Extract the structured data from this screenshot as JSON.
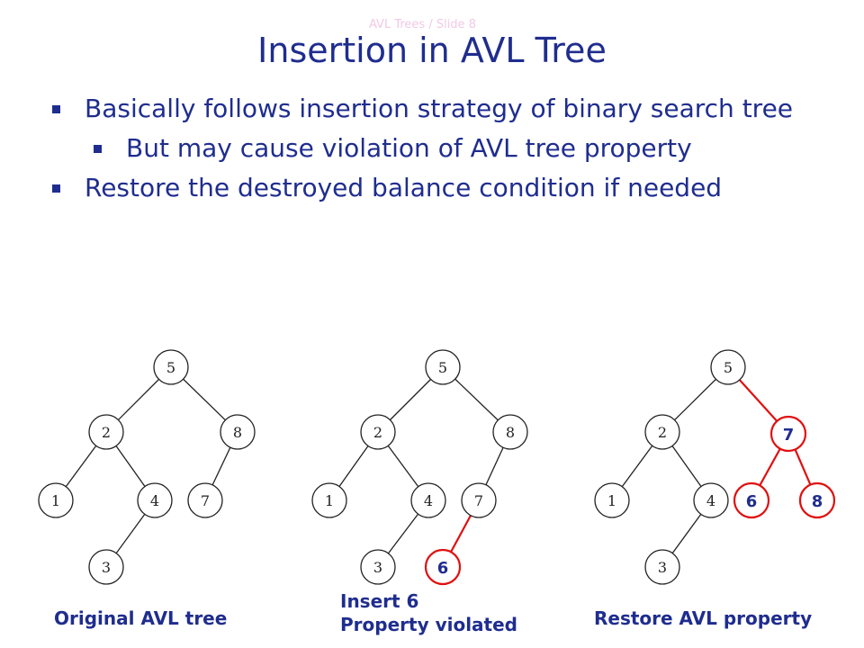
{
  "slide_label": "AVL Trees / Slide 8",
  "title": "Insertion in AVL Tree",
  "bullets": [
    "Basically follows insertion strategy of binary search tree",
    "But may cause violation of AVL tree property",
    "Restore the destroyed balance condition if needed"
  ],
  "captions": {
    "original": "Original AVL tree",
    "insert_line1": "Insert 6",
    "insert_line2": "Property violated",
    "restore": "Restore AVL property"
  },
  "colors": {
    "text": "#1f2d8f",
    "highlight": "#e01010",
    "node_stroke": "#222222"
  },
  "trees": {
    "original": {
      "nodes": [
        "5",
        "2",
        "8",
        "1",
        "4",
        "7",
        "3"
      ]
    },
    "inserted": {
      "nodes": [
        "5",
        "2",
        "8",
        "1",
        "4",
        "7",
        "3",
        "6"
      ],
      "new_node": "6"
    },
    "restored": {
      "nodes": [
        "5",
        "2",
        "7",
        "1",
        "4",
        "6",
        "8",
        "3"
      ],
      "rotated": [
        "7",
        "6",
        "8"
      ]
    }
  }
}
